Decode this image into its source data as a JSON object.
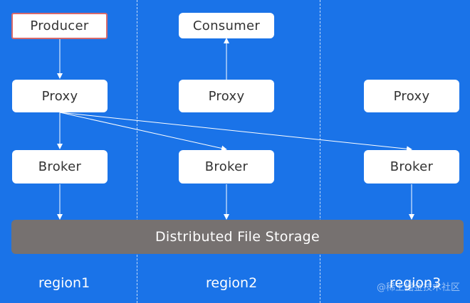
{
  "colors": {
    "background": "#1a73e8",
    "node_fill": "#ffffff",
    "node_text": "#333333",
    "storage_fill": "#767170",
    "producer_border": "#d6696b",
    "arrow": "#ffffff"
  },
  "nodes": {
    "producer": "Producer",
    "consumer": "Consumer",
    "proxy_region1": "Proxy",
    "proxy_region2": "Proxy",
    "proxy_region3": "Proxy",
    "broker_region1": "Broker",
    "broker_region2": "Broker",
    "broker_region3": "Broker"
  },
  "storage": {
    "label": "Distributed File Storage"
  },
  "regions": {
    "region1": "region1",
    "region2": "region2",
    "region3": "region3"
  },
  "watermark": {
    "text": "@稀土掘金技术社区"
  },
  "edges": [
    {
      "from": "producer",
      "to": "proxy_region1"
    },
    {
      "from": "proxy_region1",
      "to": "broker_region1"
    },
    {
      "from": "proxy_region1",
      "to": "broker_region2"
    },
    {
      "from": "proxy_region1",
      "to": "broker_region3"
    },
    {
      "from": "proxy_region2",
      "to": "consumer"
    },
    {
      "from": "broker_region1",
      "to": "storage"
    },
    {
      "from": "broker_region2",
      "to": "storage"
    },
    {
      "from": "broker_region3",
      "to": "storage"
    }
  ]
}
